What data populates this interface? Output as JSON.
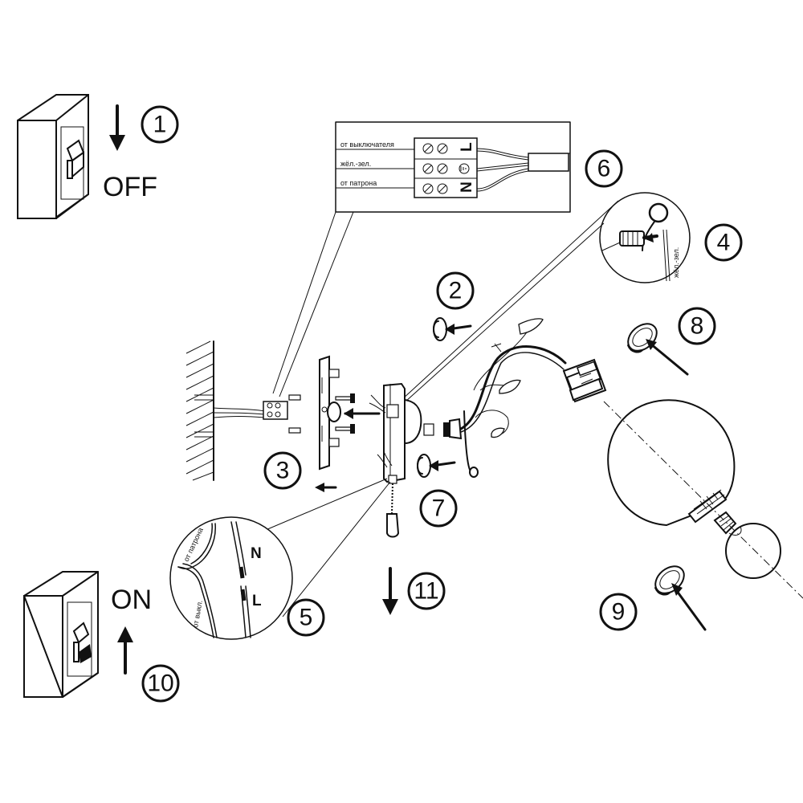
{
  "steps": [
    {
      "id": "1",
      "label": "1"
    },
    {
      "id": "2",
      "label": "2"
    },
    {
      "id": "3",
      "label": "3"
    },
    {
      "id": "4",
      "label": "4"
    },
    {
      "id": "5",
      "label": "5"
    },
    {
      "id": "6",
      "label": "6"
    },
    {
      "id": "7",
      "label": "7"
    },
    {
      "id": "8",
      "label": "8"
    },
    {
      "id": "9",
      "label": "9"
    },
    {
      "id": "10",
      "label": "10"
    },
    {
      "id": "11",
      "label": "11"
    }
  ],
  "switch_states": {
    "off": "OFF",
    "on": "ON"
  },
  "terminal_block": {
    "from_switch": "от выключателя",
    "yellow_green": "жёл.-зел.",
    "from_socket": "от патрона",
    "terminal_l": "L",
    "terminal_n": "N"
  },
  "ground_detail": {
    "wire_label": "жёл.-зел."
  },
  "wire_detail": {
    "from_socket": "от патрона",
    "from_switch_short": "от выкл.",
    "letter_n": "N",
    "letter_l": "L"
  },
  "icons": [
    "arrow-down-icon",
    "arrow-up-icon",
    "arrow-left-icon",
    "ground-symbol-icon",
    "wall-switch-icon",
    "screw-icon"
  ]
}
